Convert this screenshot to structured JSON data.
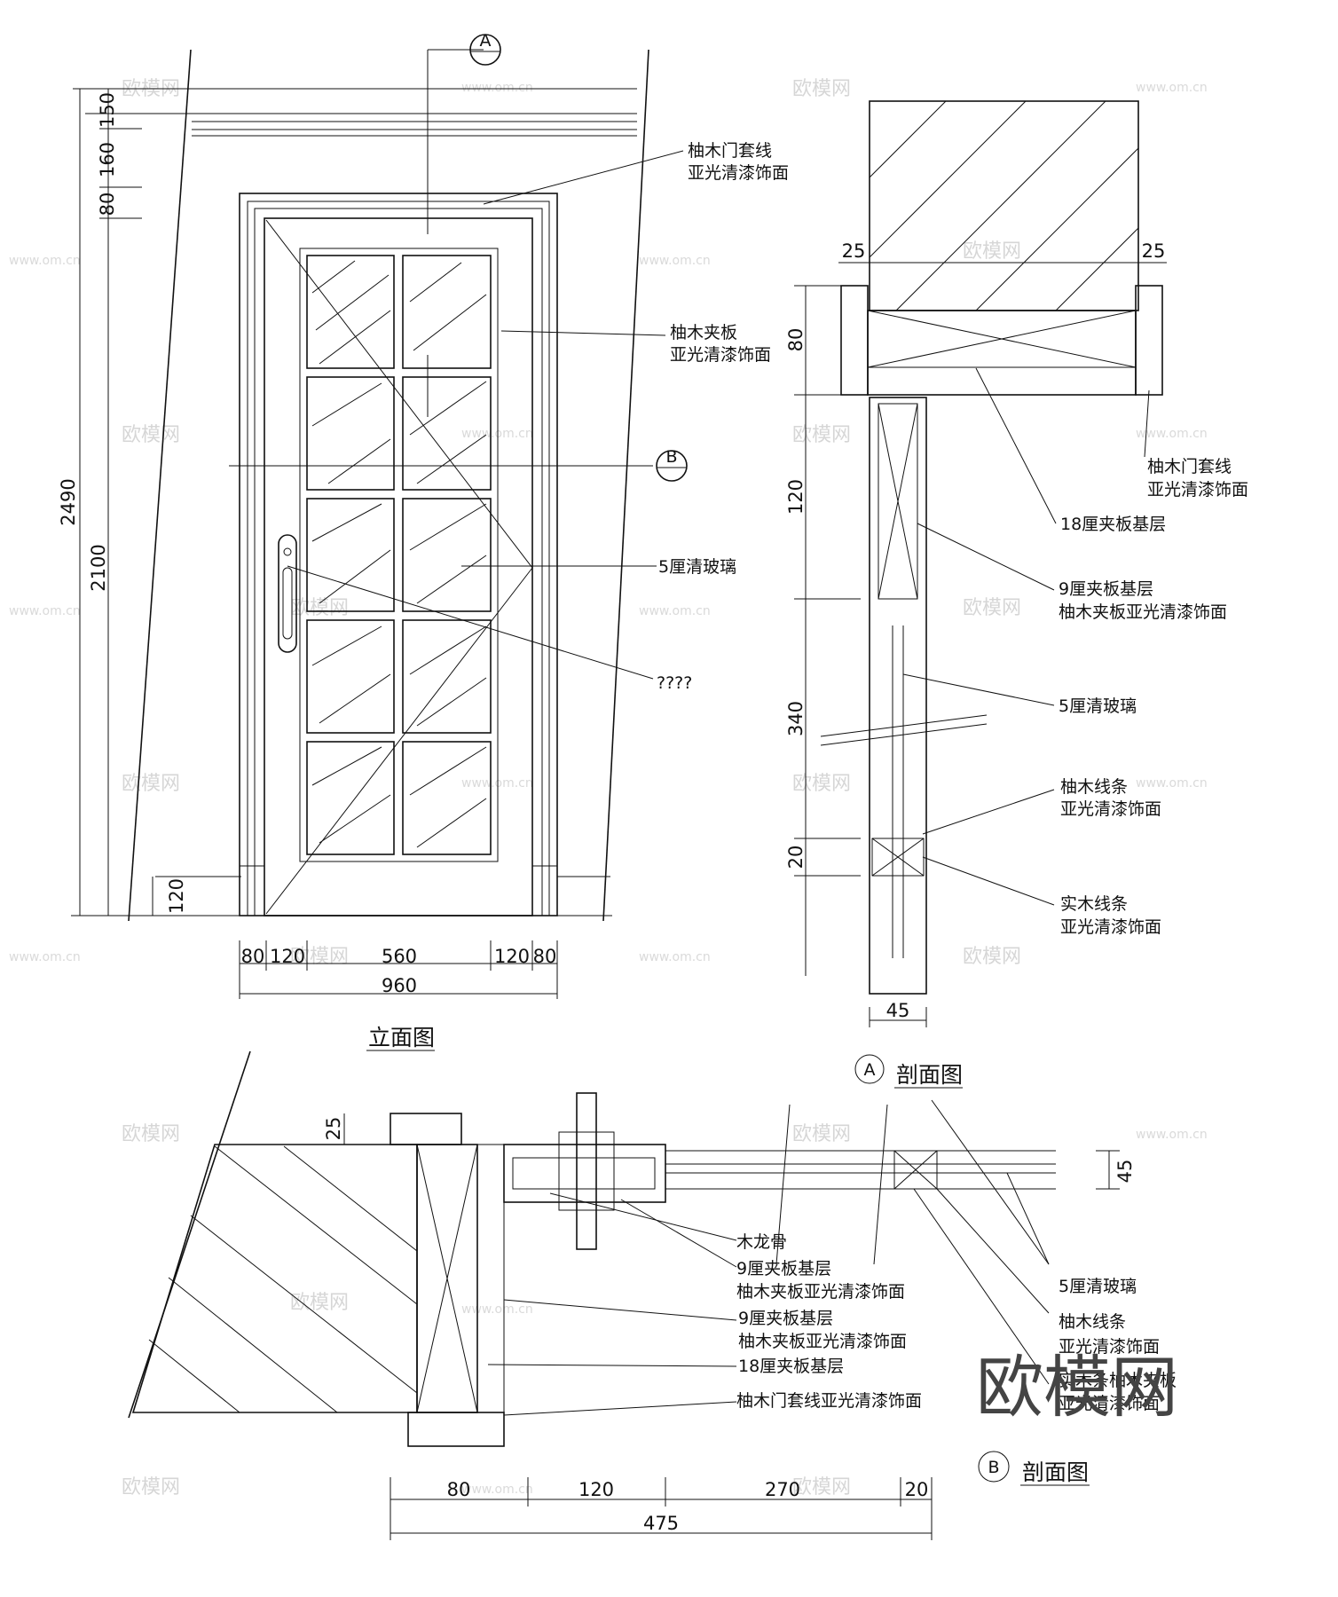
{
  "elevation": {
    "title": "立面图",
    "section_markers": {
      "a": "A",
      "b": "B"
    },
    "dims_vertical": [
      "150",
      "160",
      "80",
      "2490",
      "2100",
      "120"
    ],
    "dims_horizontal": [
      "80",
      "120",
      "560",
      "120",
      "80"
    ],
    "total_width": "960",
    "notes": [
      "柚木门套线",
      "亚光清漆饰面",
      "柚木夹板",
      "亚光清漆饰面",
      "5厘清玻璃",
      "????"
    ]
  },
  "section_a": {
    "label": "A",
    "title": "剖面图",
    "dims": [
      "25",
      "25",
      "80",
      "120",
      "340",
      "20",
      "45"
    ],
    "notes": [
      "柚木门套线",
      "亚光清漆饰面",
      "18厘夹板基层",
      "9厘夹板基层",
      "柚木夹板亚光清漆饰面",
      "5厘清玻璃",
      "柚木线条",
      "亚光清漆饰面",
      "实木线条",
      "亚光清漆饰面"
    ]
  },
  "section_b": {
    "label": "B",
    "title": "剖面图",
    "dims_bottom": [
      "80",
      "120",
      "270",
      "20"
    ],
    "total": "475",
    "dims_side": [
      "25",
      "45"
    ],
    "notes_left": [
      "木龙骨",
      "9厘夹板基层",
      "柚木夹板亚光清漆饰面",
      "9厘夹板基层",
      "柚木夹板亚光清漆饰面",
      "18厘夹板基层",
      "柚木门套线亚光清漆饰面"
    ],
    "notes_right": [
      "5厘清玻璃",
      "柚木线条",
      "亚光清漆饰面",
      "实木条柚木夹板",
      "亚光清漆饰面"
    ]
  },
  "watermark": {
    "logo": "欧模网",
    "url": "www.om.cn"
  }
}
